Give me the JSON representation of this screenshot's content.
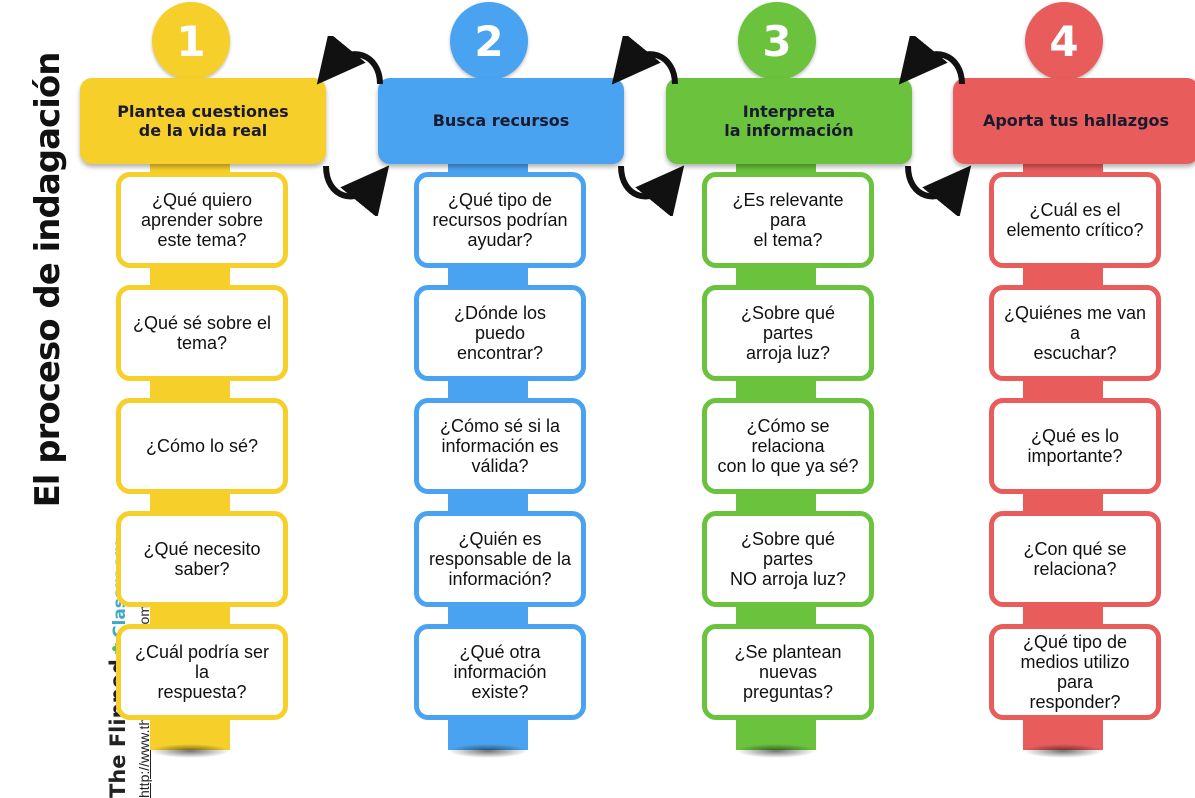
{
  "title": "El proceso de indagación",
  "brand": {
    "name_part1": "The Flipped",
    "name_part2": "Classroom",
    "url": "http://www.theflippedclassroom.es/"
  },
  "colors": {
    "yellow": "#f6cf2b",
    "blue": "#4aa3f0",
    "green": "#6ac23d",
    "red": "#e85c5c"
  },
  "steps": [
    {
      "number": "1",
      "title": "Plantea cuestiones\nde la vida real",
      "questions": [
        "¿Qué quiero\naprender sobre\neste tema?",
        "¿Qué sé sobre el\ntema?",
        "¿Cómo lo sé?",
        "¿Qué necesito\nsaber?",
        "¿Cuál podría ser la\nrespuesta?"
      ]
    },
    {
      "number": "2",
      "title": "Busca recursos",
      "questions": [
        "¿Qué tipo de\nrecursos podrían\nayudar?",
        "¿Dónde los puedo\nencontrar?",
        "¿Cómo sé si la\ninformación es\nválida?",
        "¿Quién es\nresponsable de la\ninformación?",
        "¿Qué otra\ninformación\nexiste?"
      ]
    },
    {
      "number": "3",
      "title": "Interpreta\nla información",
      "questions": [
        "¿Es relevante para\nel tema?",
        "¿Sobre qué partes\narroja luz?",
        "¿Cómo se relaciona\ncon lo que ya sé?",
        "¿Sobre qué partes\nNO arroja luz?",
        "¿Se plantean\nnuevas preguntas?"
      ]
    },
    {
      "number": "4",
      "title": "Aporta tus hallazgos",
      "questions": [
        "¿Cuál es el\nelemento crítico?",
        "¿Quiénes me van a\nescuchar?",
        "¿Qué es lo\nimportante?",
        "¿Con qué se\nrelaciona?",
        "¿Qué tipo de\nmedios utilizo para\nresponder?"
      ]
    }
  ]
}
